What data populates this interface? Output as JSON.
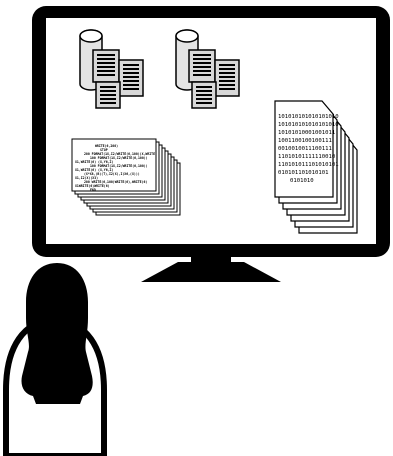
{
  "binary_document": {
    "lines": [
      "101010101010101010",
      "101010101010101010",
      "10101010001001011",
      "1001100100100111",
      "0010010011100111",
      "11010101111110010",
      "110101011101010101",
      "010101101010101",
      "0101010"
    ]
  },
  "code_document": {
    "lines": [
      "WRITE(6,200)",
      "STOP",
      "200 FORMAT(1X,I2/WRITE(6,100)(X,WRITE)",
      "100 FORMAT(1X,I2/WRITE(6,100))",
      "X1,WRITE(6)         (X,Y6,Z)",
      "100 FORMAT(1X,I2/WRITE(6,100))",
      "X1,WRITE(6)         (X,Y6,Z)",
      "(X*X8,(B)(T),I2(X),I(X6,(X)))",
      "X1,I2(X)(X3)",
      "200 WRITE(6,100)WRITE(6),WRITE(6)",
      "X1WRITE(6)WRITE(6)",
      "END"
    ]
  }
}
